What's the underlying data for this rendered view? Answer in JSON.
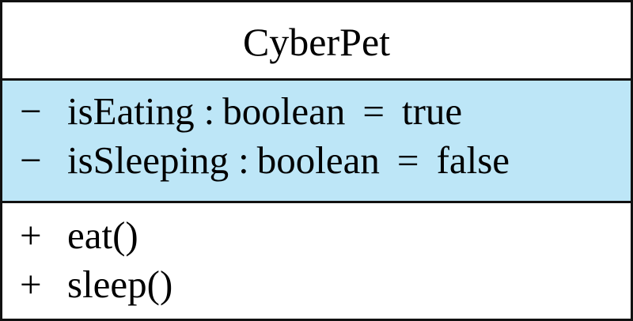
{
  "class": {
    "name": "CyberPet",
    "attributes": [
      {
        "visibility": "−",
        "name": "isEating",
        "colon": ":",
        "type": "boolean",
        "equals": "=",
        "default": "true"
      },
      {
        "visibility": "−",
        "name": "isSleeping",
        "colon": ":",
        "type": "boolean",
        "equals": "=",
        "default": "false"
      }
    ],
    "operations": [
      {
        "visibility": "+",
        "signature": "eat()"
      },
      {
        "visibility": "+",
        "signature": "sleep()"
      }
    ]
  },
  "colors": {
    "attributes_fill": "#bde6f7",
    "border": "#111111",
    "background": "#ffffff"
  }
}
